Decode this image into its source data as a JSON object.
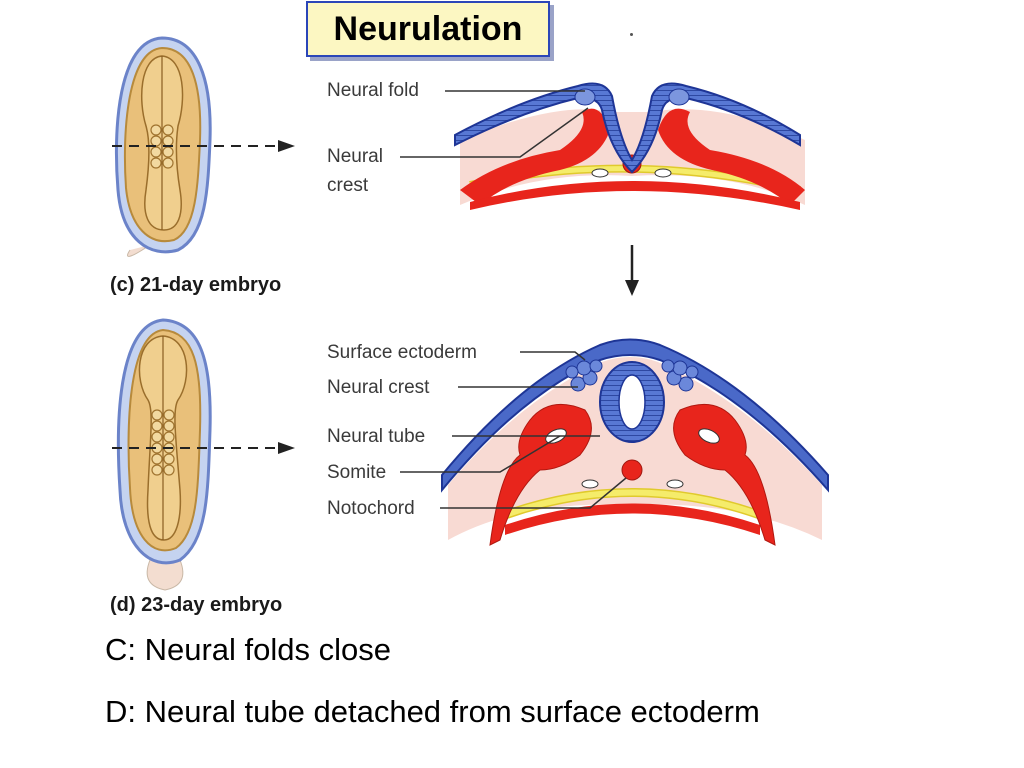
{
  "title": "Neurulation",
  "stage_c": {
    "caption": "(c) 21-day embryo",
    "labels": {
      "neural_fold": "Neural fold",
      "neural_crest_line1": "Neural",
      "neural_crest_line2": "crest"
    }
  },
  "stage_d": {
    "caption": "(d) 23-day embryo",
    "labels": {
      "surface_ectoderm": "Surface ectoderm",
      "neural_crest": "Neural crest",
      "neural_tube": "Neural tube",
      "somite": "Somite",
      "notochord": "Notochord"
    }
  },
  "notes": {
    "c": "C: Neural folds close",
    "d": "D: Neural tube detached from surface ectoderm"
  },
  "colors": {
    "ectoderm_blue": "#4a69c8",
    "mesoderm_red": "#e8251c",
    "endoderm_yellow": "#f2e84a",
    "embryo_tan": "#e9c07a",
    "title_bg": "#fcf7c2"
  }
}
